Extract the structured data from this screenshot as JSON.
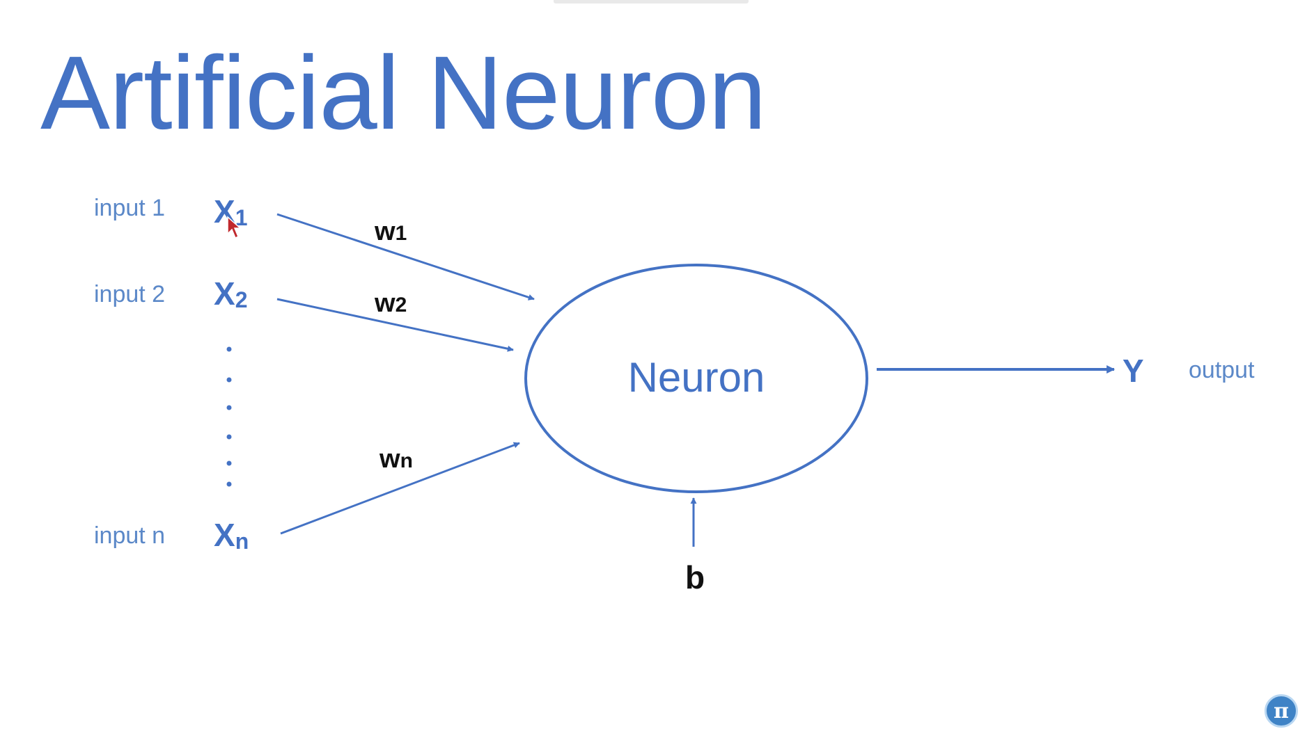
{
  "title": "Artificial Neuron",
  "colors": {
    "accent": "#4472c4",
    "label": "#5b88c8",
    "weight": "#111111"
  },
  "inputs": [
    {
      "label": "input 1",
      "symbol": "X",
      "subscript": "1",
      "weight": "w",
      "weight_subscript": "1"
    },
    {
      "label": "input 2",
      "symbol": "X",
      "subscript": "2",
      "weight": "w",
      "weight_subscript": "2"
    },
    {
      "label": "input n",
      "symbol": "X",
      "subscript": "n",
      "weight": "w",
      "weight_subscript": "n"
    }
  ],
  "neuron": {
    "label": "Neuron"
  },
  "bias": {
    "label": "b"
  },
  "output": {
    "symbol": "Y",
    "label": "output"
  },
  "icons": {
    "cursor": "mouse-pointer-icon",
    "logo": "pi-logo-icon"
  },
  "logo_glyph": "π"
}
